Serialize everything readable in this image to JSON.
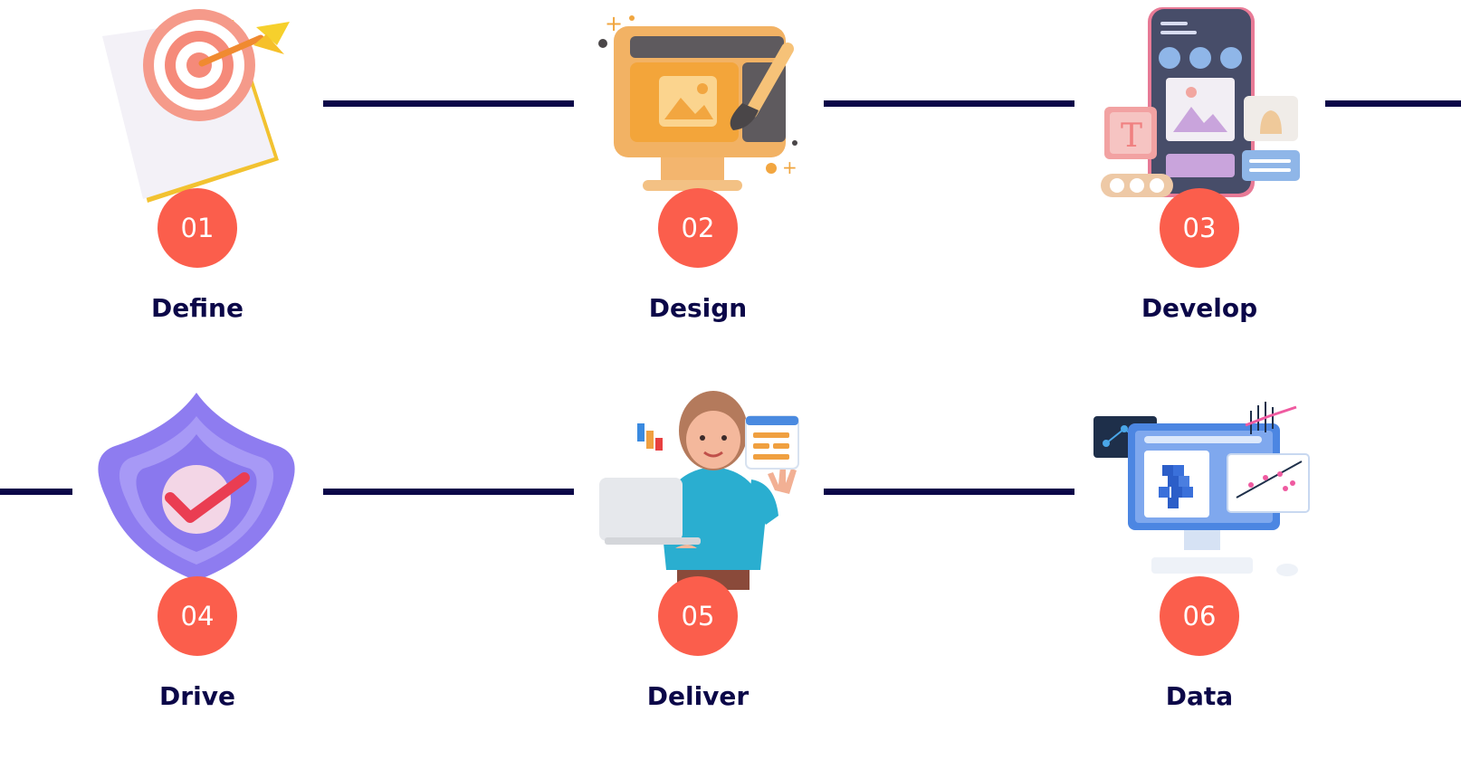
{
  "colors": {
    "connector": "#0b0748",
    "badge": "#fb5e4c",
    "label": "#0b0748"
  },
  "steps": [
    {
      "number": "01",
      "label": "Define",
      "icon": "target-dart-document-icon"
    },
    {
      "number": "02",
      "label": "Design",
      "icon": "monitor-paintbrush-icon"
    },
    {
      "number": "03",
      "label": "Develop",
      "icon": "mobile-ui-components-icon"
    },
    {
      "number": "04",
      "label": "Drive",
      "icon": "shield-checkmark-icon"
    },
    {
      "number": "05",
      "label": "Deliver",
      "icon": "person-laptop-icon"
    },
    {
      "number": "06",
      "label": "Data",
      "icon": "data-analytics-monitor-icon"
    }
  ]
}
